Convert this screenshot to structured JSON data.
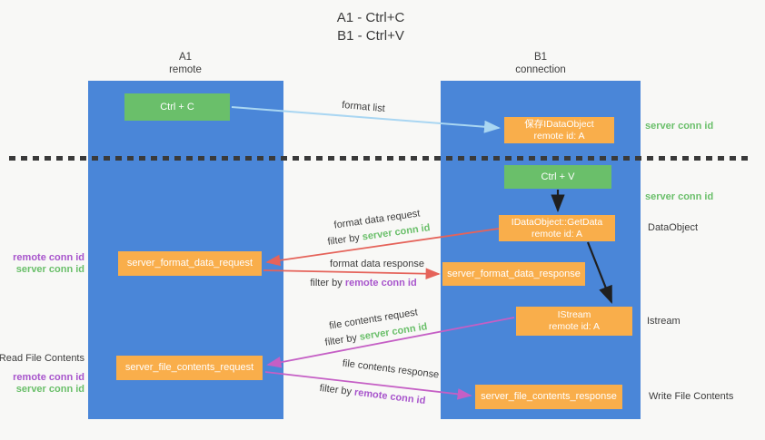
{
  "title": {
    "line1": "A1 - Ctrl+C",
    "line2": "B1 - Ctrl+V"
  },
  "lanes": {
    "a1": {
      "id": "A1",
      "subtitle": "remote"
    },
    "b1": {
      "id": "B1",
      "subtitle": "connection"
    }
  },
  "nodes": {
    "ctrl_c": {
      "label": "Ctrl + C"
    },
    "save_idataobject": {
      "line1": "保存IDataObject",
      "line2": "remote id: A"
    },
    "ctrl_v": {
      "label": "Ctrl + V"
    },
    "getdata": {
      "line1": "IDataObject::GetData",
      "line2": "remote id: A"
    },
    "server_format_data_request": {
      "label": "server_format_data_request"
    },
    "server_format_data_response": {
      "label": "server_format_data_response"
    },
    "istream": {
      "line1": "IStream",
      "line2": "remote id: A"
    },
    "server_file_contents_request": {
      "label": "server_file_contents_request"
    },
    "server_file_contents_response": {
      "label": "server_file_contents_response"
    }
  },
  "edge_labels": {
    "format_list": "format list",
    "format_data_request": "format data request",
    "format_data_response": "format data response",
    "file_contents_request": "file contents request",
    "file_contents_response": "file contents response",
    "filter_by": "filter by",
    "server_conn_id": "server conn id",
    "remote_conn_id": "remote conn id"
  },
  "side_labels": {
    "left": {
      "remote_conn_id_1": "remote conn id",
      "server_conn_id_1": "server conn id",
      "read_file_contents": "Read File Contents",
      "remote_conn_id_2": "remote conn id",
      "server_conn_id_2": "server conn id"
    },
    "right": {
      "server_conn_id_1": "server conn id",
      "server_conn_id_2": "server conn id",
      "dataobject": "DataObject",
      "istream": "Istream",
      "write_file_contents": "Write File Contents"
    }
  },
  "colors": {
    "lane_blue": "#4a86d8",
    "node_green": "#6abf6a",
    "node_orange": "#f9ae4b",
    "arrow_blue": "#a9d6f2",
    "arrow_red": "#e5635a",
    "arrow_magenta": "#c55fc5",
    "arrow_black": "#1f1f1f",
    "text_green": "#6abf6a",
    "text_purple": "#a855cc",
    "text_gray": "#3c3c3c",
    "background": "#f8f8f6"
  }
}
